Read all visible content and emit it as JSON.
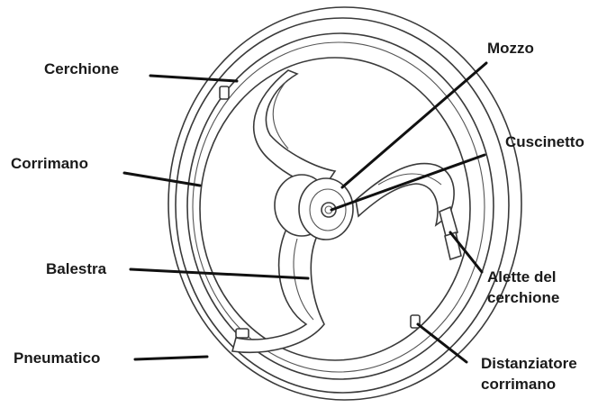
{
  "labels": {
    "cerchione": "Cerchione",
    "corrimano": "Corrimano",
    "balestra": "Balestra",
    "pneumatico": "Pneumatico",
    "mozzo": "Mozzo",
    "cuscinetto": "Cuscinetto",
    "alette_line1": "Alette del",
    "alette_line2": "cerchione",
    "distanziatore_line1": "Distanziatore",
    "distanziatore_line2": "corrimano"
  }
}
